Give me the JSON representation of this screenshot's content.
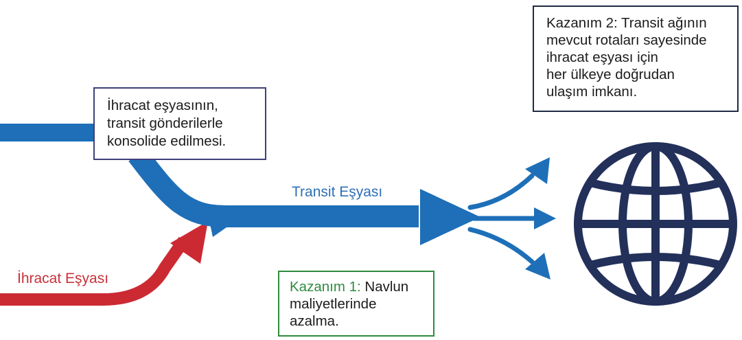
{
  "colors": {
    "transit_flow": "#1e6fb8",
    "export_flow": "#cc2a33",
    "globe": "#22305a",
    "benefit_accent": "#2e8b3e",
    "box_border": "#3f3f7a"
  },
  "icons": {
    "globe": "globe-icon"
  },
  "labels": {
    "transit_goods": "Transit Eşyası",
    "export_goods": "İhracat Eşyası"
  },
  "consolidation_box": {
    "lines": [
      "İhracat eşyasının,",
      "transit gönderilerle",
      "konsolide edilmesi."
    ]
  },
  "benefit_1": {
    "title": "Kazanım 1:",
    "lines_first_rest": " Navlun",
    "lines": [
      "maliyetlerinde",
      "azalma."
    ]
  },
  "benefit_2": {
    "lines": [
      "Kazanım 2: Transit ağının",
      "mevcut rotaları sayesinde",
      "ihracat eşyası için",
      "her ülkeye doğrudan",
      "ulaşım imkanı."
    ]
  }
}
